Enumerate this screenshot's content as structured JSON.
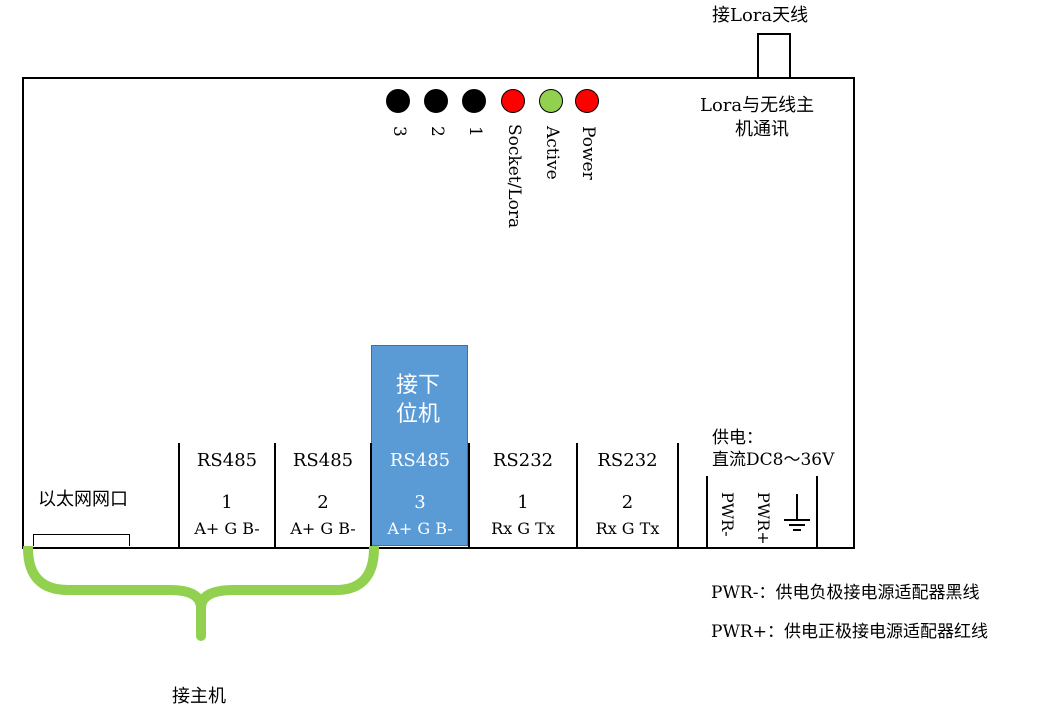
{
  "antenna": {
    "label": "接Lora天线"
  },
  "lora_note": {
    "line1": "Lora与无线主",
    "line2": "机通讯"
  },
  "leds": [
    {
      "label": "3",
      "color": "#000000"
    },
    {
      "label": "2",
      "color": "#000000"
    },
    {
      "label": "1",
      "color": "#000000"
    },
    {
      "label": "Socket/Lora",
      "color": "#ff0000"
    },
    {
      "label": "Active",
      "color": "#92d050"
    },
    {
      "label": "Power",
      "color": "#ff0000"
    }
  ],
  "highlight": {
    "line1": "接下",
    "line2": "位机",
    "color": "#5b9bd5"
  },
  "ethernet": {
    "label": "以太网网口"
  },
  "ports": [
    {
      "type": "RS485",
      "number": "1",
      "pins": "A+ G B-"
    },
    {
      "type": "RS485",
      "number": "2",
      "pins": "A+ G B-"
    },
    {
      "type": "RS485",
      "number": "3",
      "pins": "A+ G B-"
    },
    {
      "type": "RS232",
      "number": "1",
      "pins": "Rx G Tx"
    },
    {
      "type": "RS232",
      "number": "2",
      "pins": "Rx G Tx"
    }
  ],
  "power": {
    "line1": "供电：",
    "line2": "直流DC8～36V",
    "pwr_minus": "PWR-",
    "pwr_plus": "PWR+"
  },
  "host": {
    "label": "接主机",
    "bracket_color": "#92d050"
  },
  "notes": [
    "PWR-：供电负极接电源适配器黑线",
    "PWR+：供电正极接电源适配器红线"
  ]
}
